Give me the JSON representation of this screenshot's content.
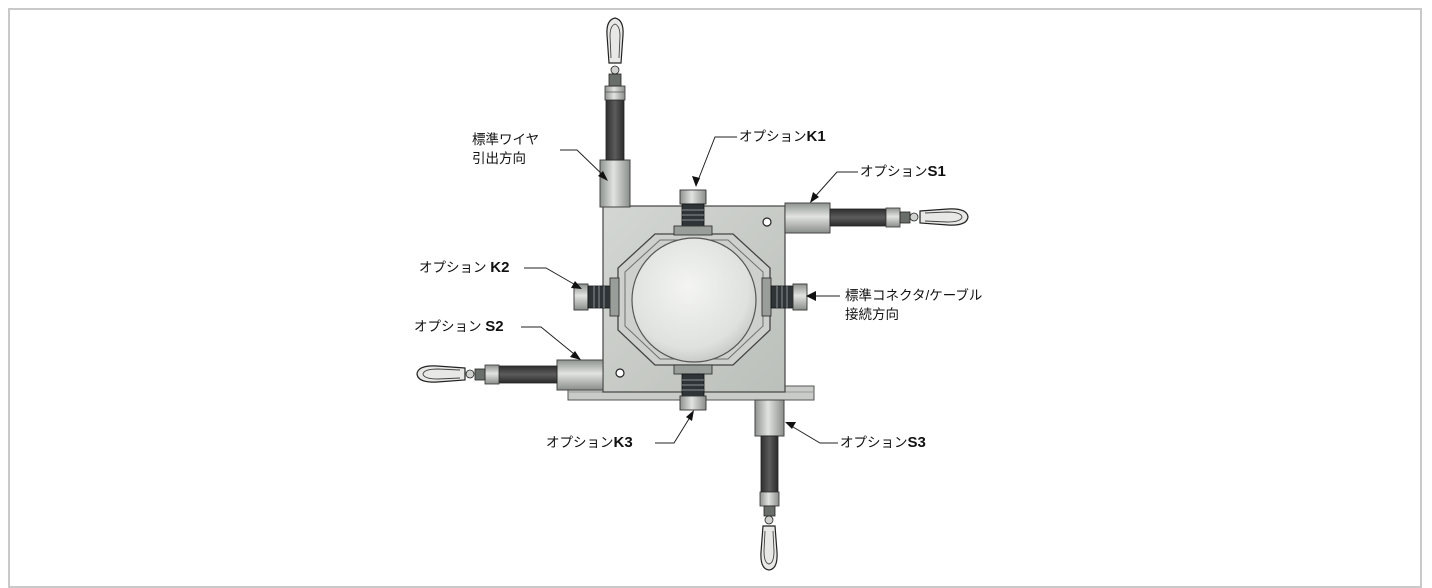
{
  "colors": {
    "frame_border": "#c9c9c9",
    "body_fill": "#c5c8c4",
    "metal": "#b9bcb8",
    "wire_dark": "#4a4a4a",
    "connector_dark": "#2f3437"
  },
  "icons": [
    "hook-clip-icon",
    "swivel-icon",
    "connector-nut-icon",
    "mount-hole-icon"
  ],
  "labels": {
    "std_wire": {
      "line1": "標準ワイヤ",
      "line2": "引出方向"
    },
    "k1": {
      "prefix": "オプション",
      "code": "K1"
    },
    "s1": {
      "prefix": "オプション",
      "code": "S1"
    },
    "k2": {
      "prefix": "オプション ",
      "code": "K2"
    },
    "s2": {
      "prefix": "オプション ",
      "code": "S2"
    },
    "std_conn": {
      "line1": "標準コネクタ/ケーブル",
      "line2": "接続方向"
    },
    "k3": {
      "prefix": "オプション",
      "code": "K3"
    },
    "s3": {
      "prefix": "オプション",
      "code": "S3"
    }
  }
}
